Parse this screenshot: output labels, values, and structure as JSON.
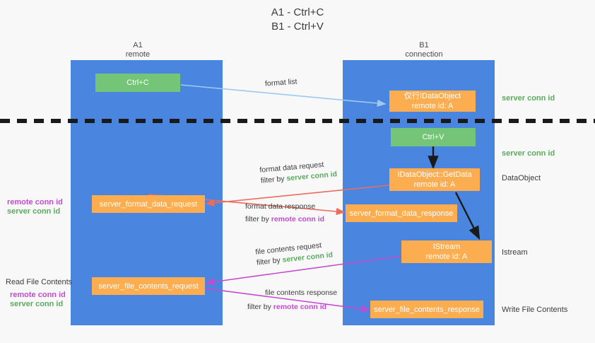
{
  "title": {
    "line1": "A1 - Ctrl+C",
    "line2": "B1 - Ctrl+V"
  },
  "columns": [
    {
      "name": "A1",
      "role": "remote"
    },
    {
      "name": "B1",
      "role": "connection"
    }
  ],
  "nodes": {
    "ctrl_c": {
      "label": "Ctrl+C"
    },
    "idataobject_top": {
      "label": "仅行IDataObject",
      "sub": "remote id: A"
    },
    "ctrl_v": {
      "label": "Ctrl+V"
    },
    "idataobject_getdata": {
      "label": "IDataObject::GetData",
      "sub": "remote id: A"
    },
    "server_format_data_request": {
      "label": "server_format_data_request"
    },
    "server_format_data_response": {
      "label": "server_format_data_response"
    },
    "istream": {
      "label": "IStream",
      "sub": "remote id: A"
    },
    "server_file_contents_request": {
      "label": "server_file_contents_request"
    },
    "server_file_contents_response": {
      "label": "server_file_contents_response"
    }
  },
  "edges": {
    "format_list": {
      "caption": "format list"
    },
    "format_data_request": {
      "caption": "format data request",
      "filter_prefix": "filter by ",
      "filter_key": "server conn id"
    },
    "format_data_response": {
      "caption": "format data response",
      "filter_prefix": "filter by ",
      "filter_key": "remote conn id"
    },
    "file_contents_request": {
      "caption": "file contents request",
      "filter_prefix": "filter by ",
      "filter_key": "server conn id"
    },
    "file_contents_response": {
      "caption": "file contents response",
      "filter_prefix": "filter by ",
      "filter_key": "remote conn id"
    }
  },
  "annotations": {
    "right_top_server_conn": "server conn id",
    "right_second_server_conn": "server conn id",
    "right_dataobject": "DataObject",
    "right_istream": "Istream",
    "right_write_file": "Write File Contents",
    "left_remote_conn_1": "remote conn id",
    "left_server_conn_1": "server conn id",
    "left_read_file": "Read File Contents",
    "left_remote_conn_2": "remote conn id",
    "left_server_conn_2": "server conn id"
  },
  "colors": {
    "lane": "#4a86e0",
    "green_box": "#74c578",
    "orange_box": "#fcad50",
    "green_text": "#5aab5e",
    "magenta_text": "#c44ad0",
    "blue_wire": "#9ec8ef",
    "red_wire": "#ec6b5e",
    "magenta_wire": "#c44ad0",
    "black_wire": "#1a1a1a",
    "background": "#f8f8f8"
  }
}
